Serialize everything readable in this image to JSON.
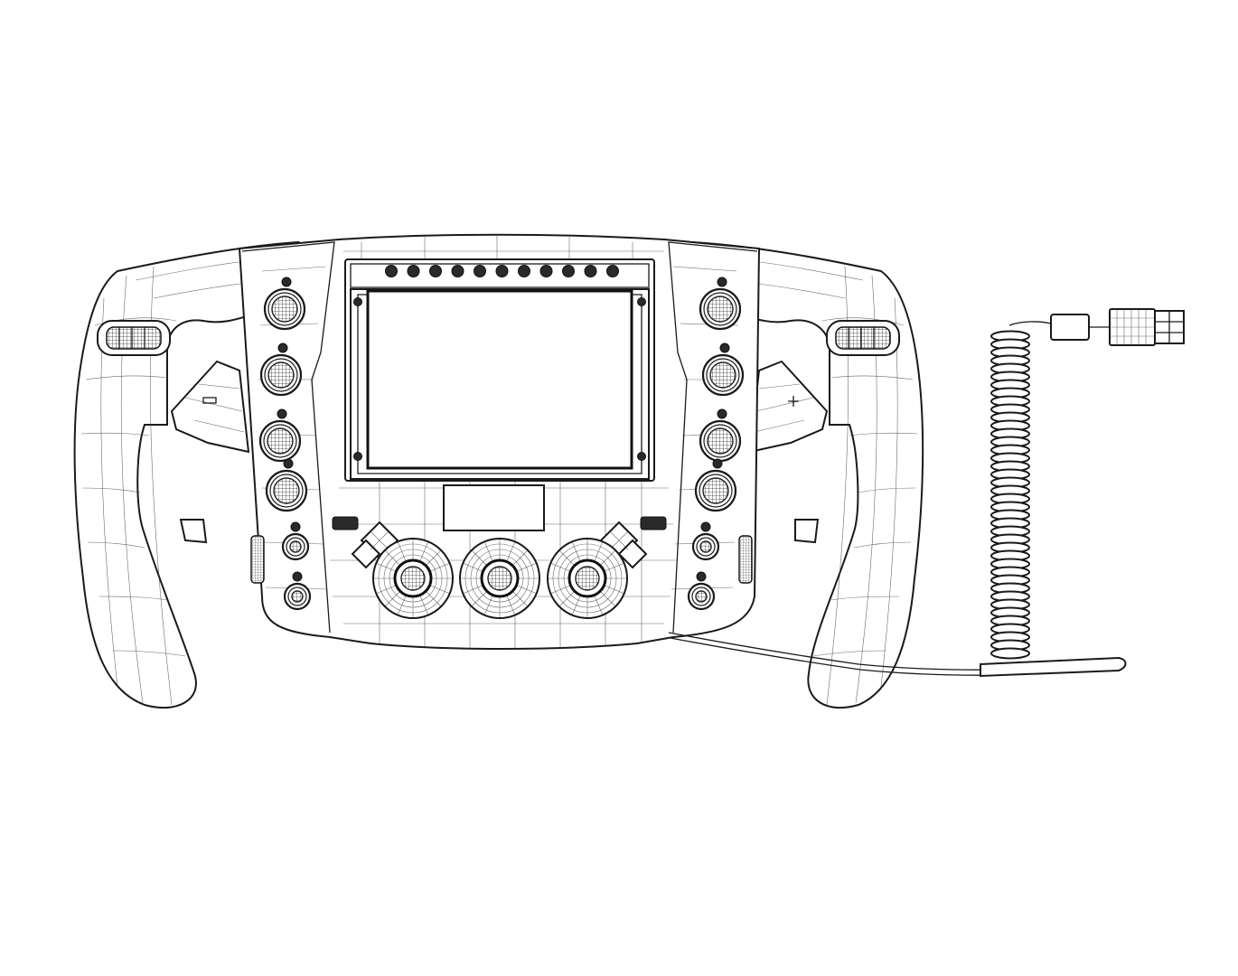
{
  "figure": {
    "subject": "steering-wheel-wireframe",
    "colors": {
      "background": "#ffffff",
      "line": "#1a1a1a",
      "mesh": "#3a3a3a"
    }
  },
  "components": {
    "shift_lights_count": 11,
    "left_button_column_count": 6,
    "right_button_column_count": 6,
    "bottom_rotary_knobs_count": 3,
    "display_screws_count": 4,
    "paddles": [
      "left-paddle",
      "right-paddle"
    ],
    "grips": [
      "left-grip",
      "right-grip"
    ],
    "cable": "coiled-cable-with-connector"
  }
}
